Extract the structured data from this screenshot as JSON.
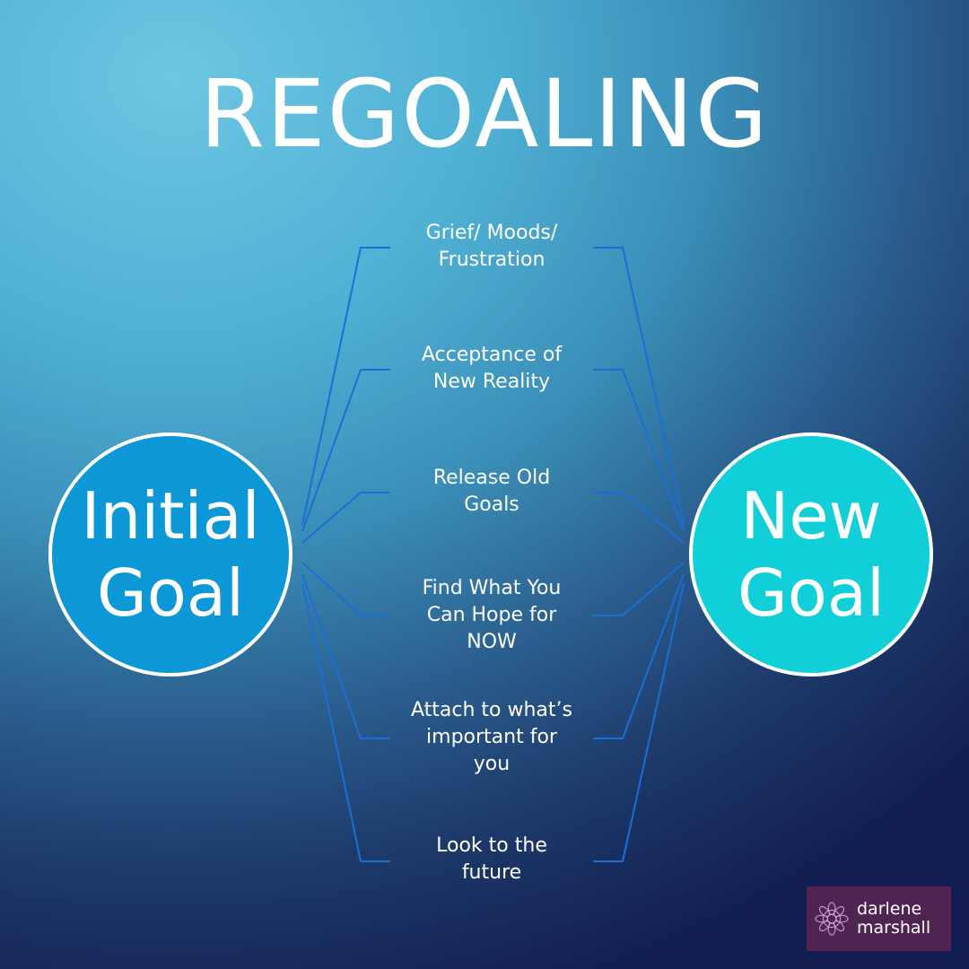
{
  "title": "REGOALING",
  "initial_goal": {
    "line1": "Initial",
    "line2": "Goal"
  },
  "new_goal": {
    "line1": "New",
    "line2": "Goal"
  },
  "steps": [
    {
      "lines": [
        "Grief/ Moods/",
        "Frustration"
      ]
    },
    {
      "lines": [
        "Acceptance of",
        "New Reality"
      ]
    },
    {
      "lines": [
        "Release Old",
        "Goals"
      ]
    },
    {
      "lines": [
        "Find What You",
        "Can Hope for",
        "NOW"
      ]
    },
    {
      "lines": [
        "Attach to what’s",
        "important for",
        "you"
      ]
    },
    {
      "lines": [
        "Look to the",
        "future"
      ]
    }
  ],
  "logo": {
    "line1": "darlene",
    "line2": "marshall",
    "icon": "mandala-icon"
  },
  "colors": {
    "initial_goal": "#0c97d6",
    "new_goal": "#10cfd9",
    "connector": "#1a6fd6",
    "logo_bg": "#4f2450"
  }
}
